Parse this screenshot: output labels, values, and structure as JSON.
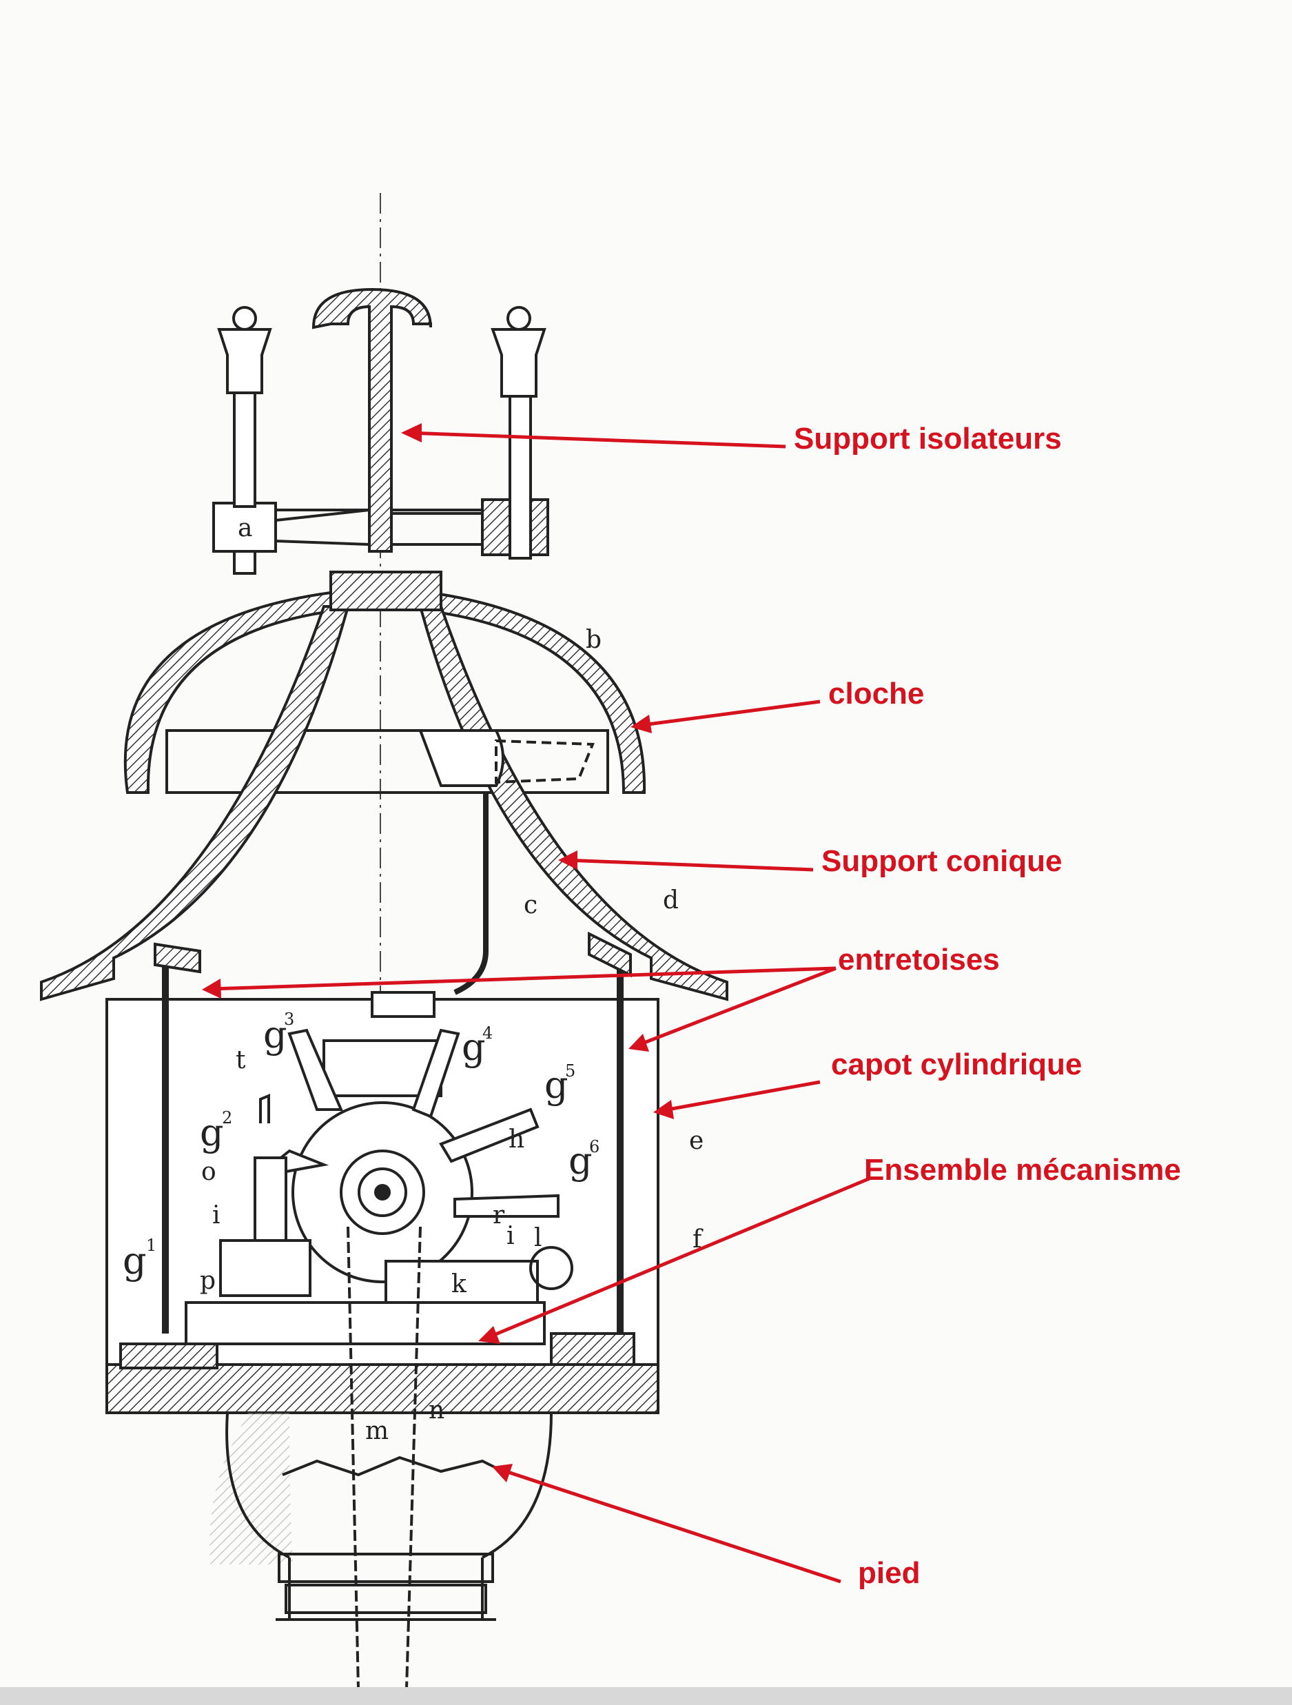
{
  "callouts": [
    {
      "id": "support-isolateurs",
      "text": "Support isolateurs"
    },
    {
      "id": "cloche",
      "text": "cloche"
    },
    {
      "id": "support-conique",
      "text": "Support conique"
    },
    {
      "id": "entretoises",
      "text": "entretoises"
    },
    {
      "id": "capot-cylindrique",
      "text": "capot cylindrique"
    },
    {
      "id": "ensemble-mecanisme",
      "text": "Ensemble mécanisme"
    },
    {
      "id": "pied",
      "text": "pied"
    }
  ],
  "letters": {
    "a": "a",
    "b": "b",
    "c": "c",
    "d": "d",
    "e": "e",
    "f": "f",
    "h": "h",
    "i1": "i",
    "i2": "i",
    "l": "l",
    "m": "m",
    "n": "n",
    "o": "o",
    "p": "p",
    "r": "r",
    "t": "t",
    "k": "k",
    "g1": "g",
    "g1sup": "1",
    "g2": "g",
    "g2sup": "2",
    "g3": "g",
    "g3sup": "3",
    "g4": "g",
    "g4sup": "4",
    "g5": "g",
    "g5sup": "5",
    "g6": "g",
    "g6sup": "6"
  },
  "colors": {
    "callout": "#d6121f",
    "ink": "#222222",
    "hatch": "#333333",
    "paper": "#fbfbfa"
  }
}
